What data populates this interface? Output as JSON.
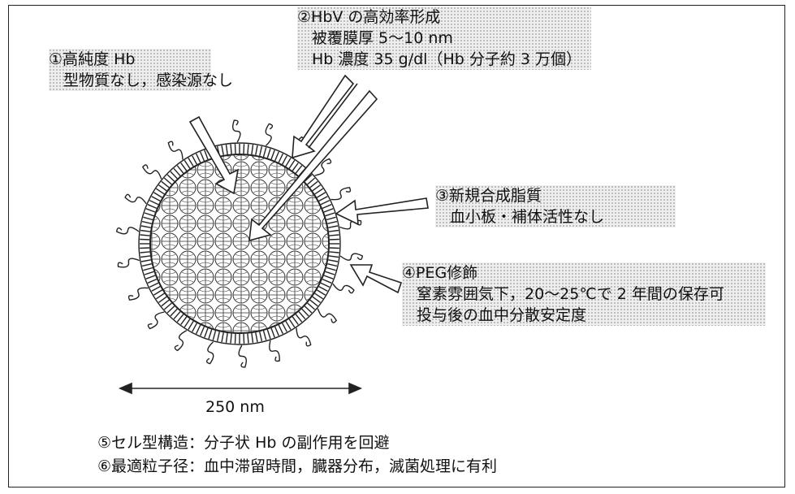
{
  "labels": {
    "l1": {
      "title": "①高純度 Hb",
      "line2": "型物質なし，感染源なし"
    },
    "l2": {
      "title": "②HbV の高効率形成",
      "line2": "被覆膜厚 5～10 nm",
      "line3": "Hb 濃度 35 g/dl（Hb 分子約 3 万個）"
    },
    "l3": {
      "title": "③新規合成脂質",
      "line2": "血小板・補体活性なし"
    },
    "l4": {
      "title": "④PEG修飾",
      "line2": "窒素雰囲気下，20～25℃で 2 年間の保存可",
      "line3": "投与後の血中分散安定度"
    }
  },
  "scale": {
    "text": "250 nm"
  },
  "footer": {
    "line5": "⑤セル型構造：分子状 Hb の副作用を回避",
    "line6": "⑥最適粒子径：血中滞留時間，臓器分布，滅菌処理に有利"
  }
}
